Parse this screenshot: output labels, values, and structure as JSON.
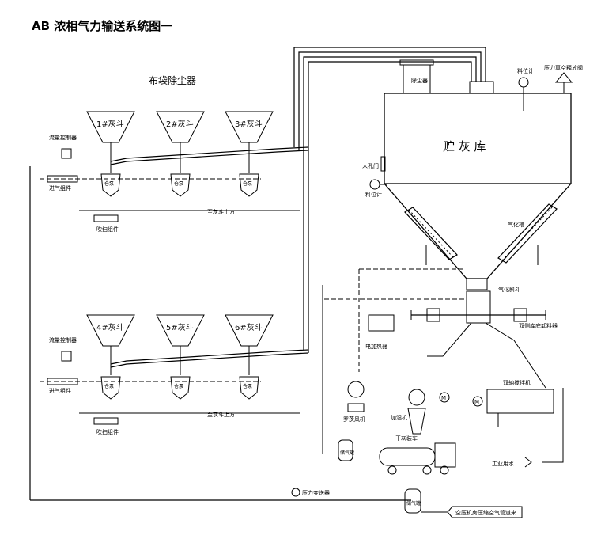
{
  "title": "AB 浓相气力输送系统图一",
  "labels": {
    "baghouse": "布袋除尘器",
    "silo": "贮 灰 库",
    "dust_collector": "除尘器",
    "pressure_valve": "压力真空释放阀",
    "level_meter": "料位计",
    "manhole": "人孔门",
    "level_meter2": "料位计",
    "fluidizer": "气化槽",
    "fluidizer2": "气化斜斗",
    "pump": "仓泵",
    "hopper1": "1#灰斗",
    "hopper2": "2#灰斗",
    "hopper3": "3#灰斗",
    "hopper4": "4#灰斗",
    "hopper5": "5#灰斗",
    "hopper6": "6#灰斗",
    "controller_top": "流量控制器",
    "controller_bottom": "流量控制器",
    "inlet_top": "进气组件",
    "inlet_bottom": "进气组件",
    "purge_top": "吹扫组件",
    "purge_bottom": "吹扫组件",
    "to_hopper_top": "至灰斗上方",
    "to_hopper_bottom": "至灰斗上方",
    "heater": "电加热器",
    "blower": "罗茨风机",
    "humidifier": "加湿机",
    "dry_unload": "干灰装车",
    "mixer": "双轴搅拌机",
    "unloader": "双侧库底卸料器",
    "water": "工业用水",
    "tank1": "储气罐",
    "tank2": "储气罐",
    "pressure_transmitter": "压力变送器",
    "compressor": "空压机房压缩空气管道来",
    "motor": "M"
  }
}
